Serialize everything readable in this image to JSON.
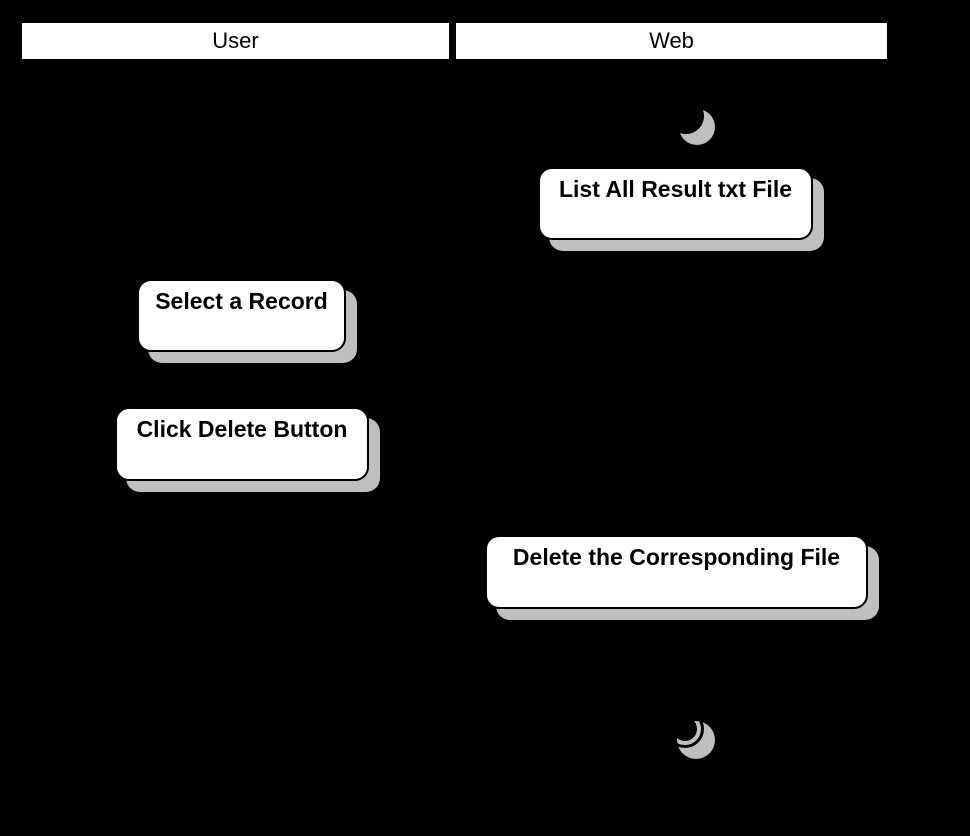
{
  "diagram": {
    "type": "uml-activity-diagram",
    "title": "",
    "background_color": "#000000",
    "node_fill_color": "#ffffff",
    "node_border_color": "#000000",
    "shadow_color": "#bfbfbf",
    "text_color": "#000000",
    "swimlanes": [
      {
        "id": "user",
        "label": "User"
      },
      {
        "id": "web",
        "label": "Web"
      }
    ],
    "nodes": [
      {
        "id": "start",
        "kind": "initial-node",
        "label": "",
        "lane": "web",
        "icon": "filled-circle-icon"
      },
      {
        "id": "list-files",
        "kind": "action",
        "label": "List All Result txt File",
        "lane": "web"
      },
      {
        "id": "select-record",
        "kind": "action",
        "label": "Select a Record",
        "lane": "user"
      },
      {
        "id": "click-delete",
        "kind": "action",
        "label": "Click Delete Button",
        "lane": "user"
      },
      {
        "id": "delete-file",
        "kind": "action",
        "label": "Delete the Corresponding File",
        "lane": "web"
      },
      {
        "id": "end",
        "kind": "final-node",
        "label": "",
        "lane": "web",
        "icon": "bullseye-circle-icon"
      }
    ],
    "edges": [
      {
        "from": "start",
        "to": "list-files",
        "label": ""
      },
      {
        "from": "list-files",
        "to": "select-record",
        "label": ""
      },
      {
        "from": "select-record",
        "to": "click-delete",
        "label": ""
      },
      {
        "from": "click-delete",
        "to": "delete-file",
        "label": ""
      },
      {
        "from": "delete-file",
        "to": "end",
        "label": ""
      }
    ]
  }
}
